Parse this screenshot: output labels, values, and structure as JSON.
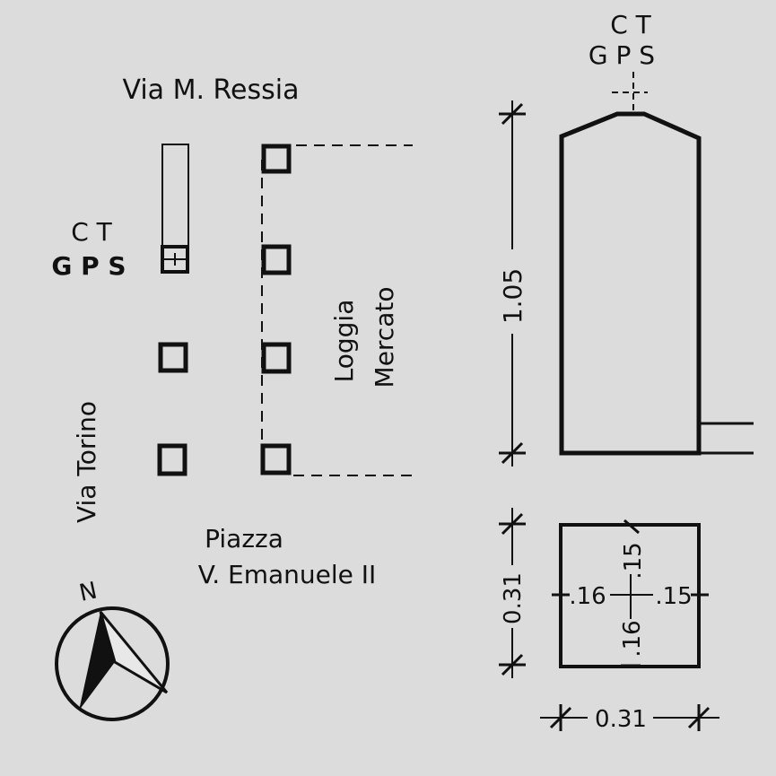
{
  "plan": {
    "street_north": "Via M. Ressia",
    "street_west": "Via Torino",
    "square_line1": "Piazza",
    "square_line2": "V. Emanuele II",
    "loggia_line1": "Loggia",
    "loggia_line2": "Mercato",
    "benchmark_ct": "C T",
    "benchmark_gps": "G P S"
  },
  "elevation": {
    "benchmark_ct": "C T",
    "benchmark_gps": "G P S",
    "height_label": "1.05"
  },
  "section": {
    "side_label": "0.31",
    "bottom_label": "0.31",
    "top_offset": ".15",
    "bottom_offset": ".16",
    "left_offset": ".16",
    "right_offset": ".15"
  },
  "compass": {
    "north_label": "N"
  }
}
